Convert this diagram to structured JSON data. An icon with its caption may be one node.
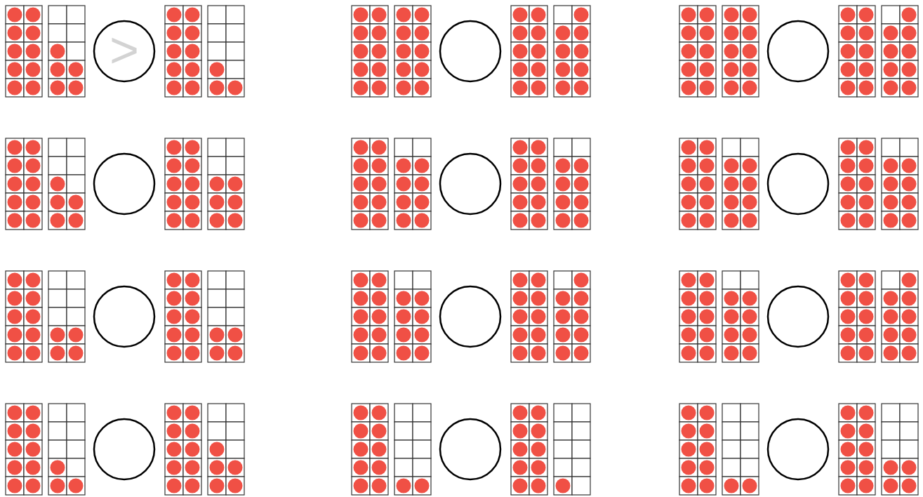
{
  "diagram": {
    "nodes": [
      {
        "text": [
          ">"
        ]
      },
      {
        "text": [],
        "shape": "circle"
      },
      {
        "text": [],
        "shape": "circle"
      },
      {
        "text": [],
        "shape": "circle"
      },
      {
        "text": [],
        "shape": "circle"
      },
      {
        "text": [],
        "shape": "circle"
      },
      {
        "text": [],
        "shape": "circle"
      },
      {
        "text": [],
        "shape": "circle"
      },
      {
        "text": [],
        "shape": "circle"
      },
      {
        "text": [],
        "shape": "circle"
      },
      {
        "text": [],
        "shape": "circle"
      },
      {
        "text": [],
        "shape": "circle"
      }
    ]
  }
}
